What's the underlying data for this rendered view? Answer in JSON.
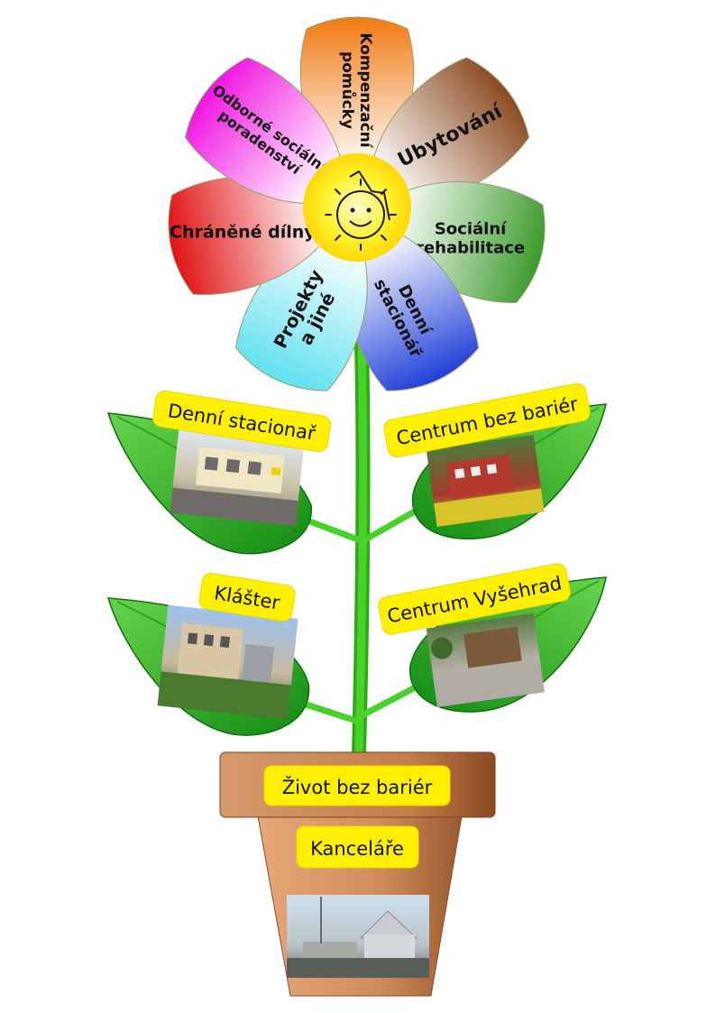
{
  "flower": {
    "petals": [
      {
        "key": "kompenzacni",
        "lines": [
          "Kompenzační",
          "pomůcky"
        ],
        "color": "#f07a12"
      },
      {
        "key": "ubytovani",
        "lines": [
          "Ubytování"
        ],
        "color": "#8a4a1e"
      },
      {
        "key": "socialni-rehabilitace",
        "lines": [
          "Sociální",
          "rehabilitace"
        ],
        "color": "#3a9a2a"
      },
      {
        "key": "denni-stacionar-petal",
        "lines": [
          "Denní",
          "stacionář"
        ],
        "color": "#1f3fd8"
      },
      {
        "key": "projekty",
        "lines": [
          "Projekty",
          "a jiné"
        ],
        "color": "#5fe0ee"
      },
      {
        "key": "chranene-dilny",
        "lines": [
          "Chráněné dílny"
        ],
        "color": "#e01010"
      },
      {
        "key": "odborne-poradenstvi",
        "lines": [
          "Odborné sociální",
          "poradenství"
        ],
        "color": "#f012e0"
      }
    ],
    "center_logo": "smiling-sun-wheelchair-logo"
  },
  "leaves": [
    {
      "key": "denni-stacionar",
      "label": "Denní stacionař",
      "photo": "yellow-house-photo"
    },
    {
      "key": "centrum-bez-barier",
      "label": "Centrum bez bariér",
      "photo": "red-building-photo"
    },
    {
      "key": "klaster",
      "label": "Klášter",
      "photo": "monastery-building-photo"
    },
    {
      "key": "centrum-vysehrad",
      "label": "Centrum Vyšehrad",
      "photo": "road-trees-photo"
    }
  ],
  "pot": {
    "rim_label": "Život bez bariér",
    "body_label": "Kanceláře",
    "photo": "office-building-photo"
  },
  "colors": {
    "stem": "#3cc21e",
    "leaf": "#1f9a1a",
    "pot": "#d4915e",
    "label_bg": "#fff000",
    "sun": "#ffe000"
  }
}
